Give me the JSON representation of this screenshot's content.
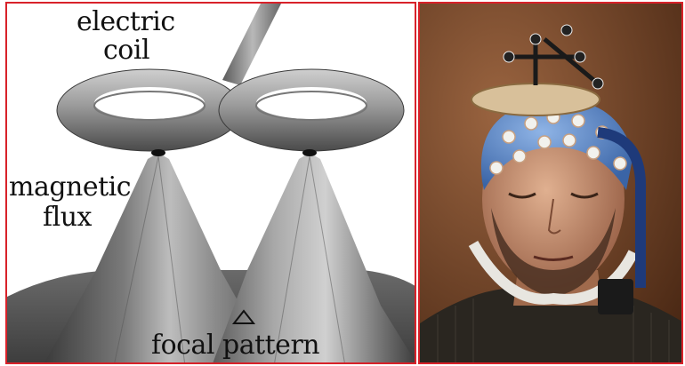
{
  "diagram": {
    "labels": {
      "electric": "electric",
      "coil": "coil",
      "magnetic": "magnetic",
      "flux": "flux",
      "focal": "focal pattern"
    },
    "colors": {
      "border": "#d8222a",
      "torus": "#9a9a9a",
      "cone": "#8c8c8c",
      "text": "#111111"
    }
  },
  "photo": {
    "subject": "person wearing EEG cap with TMS coil"
  }
}
